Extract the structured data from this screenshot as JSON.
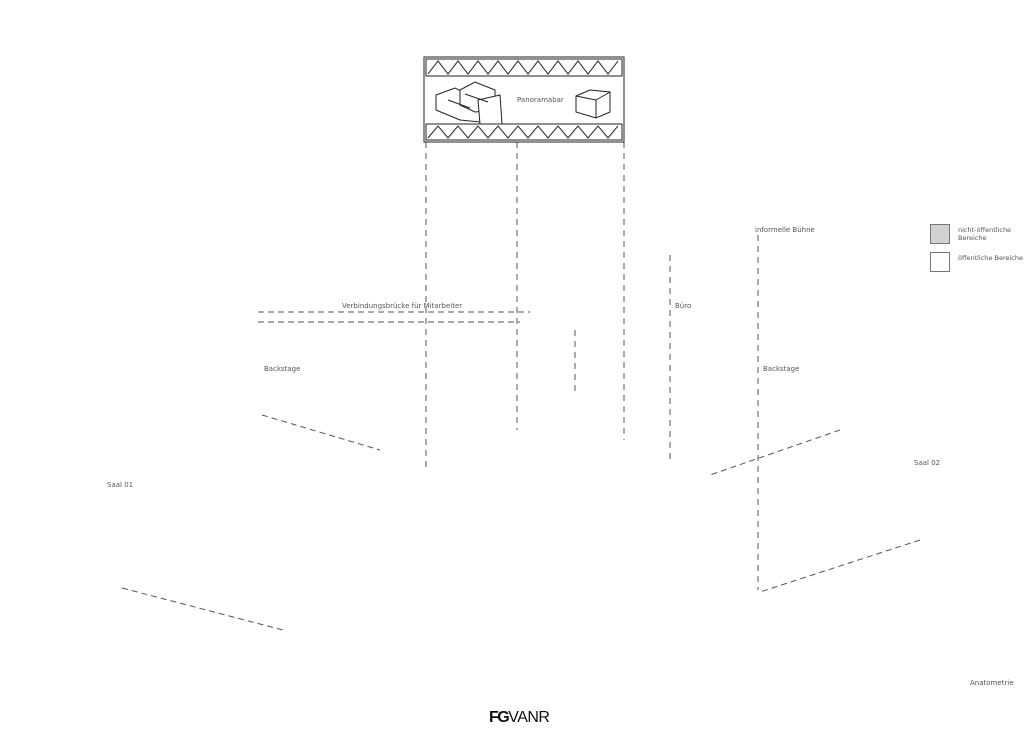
{
  "drawing": {
    "type": "exploded axonometric",
    "caption": "Anatometrie",
    "logo": {
      "bold_part": "FG",
      "thin_part": "VANR"
    }
  },
  "labels": {
    "panoramabar": "Panoramabar",
    "informelle_buehne": "informelle Bühne",
    "verbindungsbruecke": "Verbindungsbrücke für Mitarbeiter",
    "buero": "Büro",
    "backstage_left": "Backstage",
    "backstage_right": "Backstage",
    "saal_01": "Saal 01",
    "saal_02": "Saal 02"
  },
  "legend": {
    "items": [
      {
        "label": "nicht-öffentliche Bereiche",
        "color": "#d0d2d2"
      },
      {
        "label": "öffentliche Bereiche",
        "color": "#ffffff"
      }
    ]
  },
  "colors": {
    "base_volume": "#5c5f61",
    "non_public": "#d0d2d2",
    "public": "#ffffff",
    "line": "#222222"
  }
}
